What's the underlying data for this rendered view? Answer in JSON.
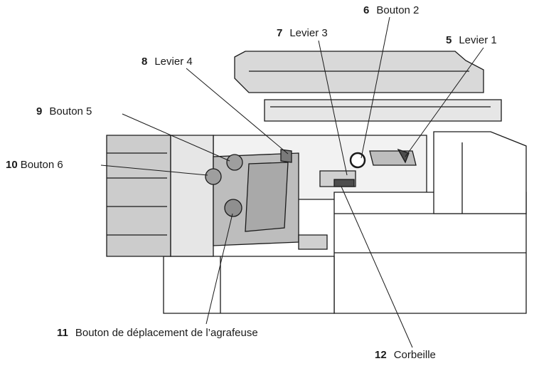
{
  "callouts": [
    {
      "num": "5",
      "label": "Levier 1"
    },
    {
      "num": "6",
      "label": "Bouton 2"
    },
    {
      "num": "7",
      "label": "Levier 3"
    },
    {
      "num": "8",
      "label": "Levier 4"
    },
    {
      "num": "9",
      "label": "Bouton 5"
    },
    {
      "num": "10",
      "label": "Bouton 6"
    },
    {
      "num": "11",
      "label": "Bouton de déplacement de l’agrafeuse"
    },
    {
      "num": "12",
      "label": "Corbeille"
    }
  ],
  "colors": {
    "line": "#1a1a1a",
    "shade": "#bdbdbd",
    "light": "#e6e6e6"
  }
}
